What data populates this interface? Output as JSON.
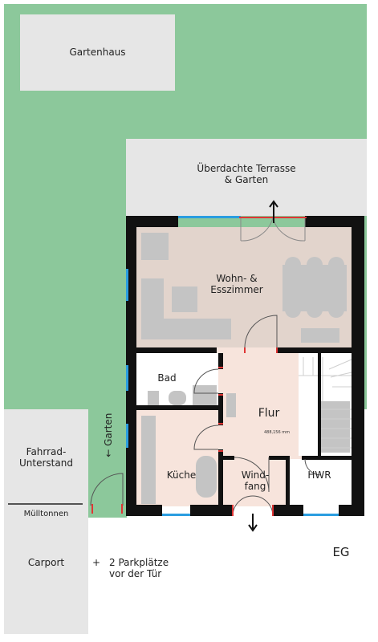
{
  "areas": {
    "gartenhaus": "Gartenhaus",
    "terrasse_line1": "Überdachte Terrasse",
    "terrasse_line2": "& Garten",
    "wohn_line1": "Wohn- &",
    "wohn_line2": "Esszimmer",
    "bad": "Bad",
    "flur": "Flur",
    "kueche": "Küche",
    "windfang_line1": "Wind-",
    "windfang_line2": "fang",
    "hwr": "HWR",
    "fahrrad_line1": "Fahrrad-",
    "fahrrad_line2": "Unterstand",
    "muelltonnen": "Mülltonnen",
    "carport": "Carport",
    "parking_plus": "+",
    "parking_line1": "2 Parkplätze",
    "parking_line2": "vor der Tür",
    "garten_arrow_label": "Garten",
    "garten_arrow": "←",
    "floor": "EG",
    "measurement": "488,156 mm"
  },
  "colors": {
    "garden": "#8cc89b",
    "paved": "#e6e6e6",
    "wall": "#111111",
    "living": "#e2d4cc",
    "rooms": "#f7e4dc",
    "window": "#2a9de0",
    "door": "#e03535",
    "furniture": "#c4c4c4"
  }
}
